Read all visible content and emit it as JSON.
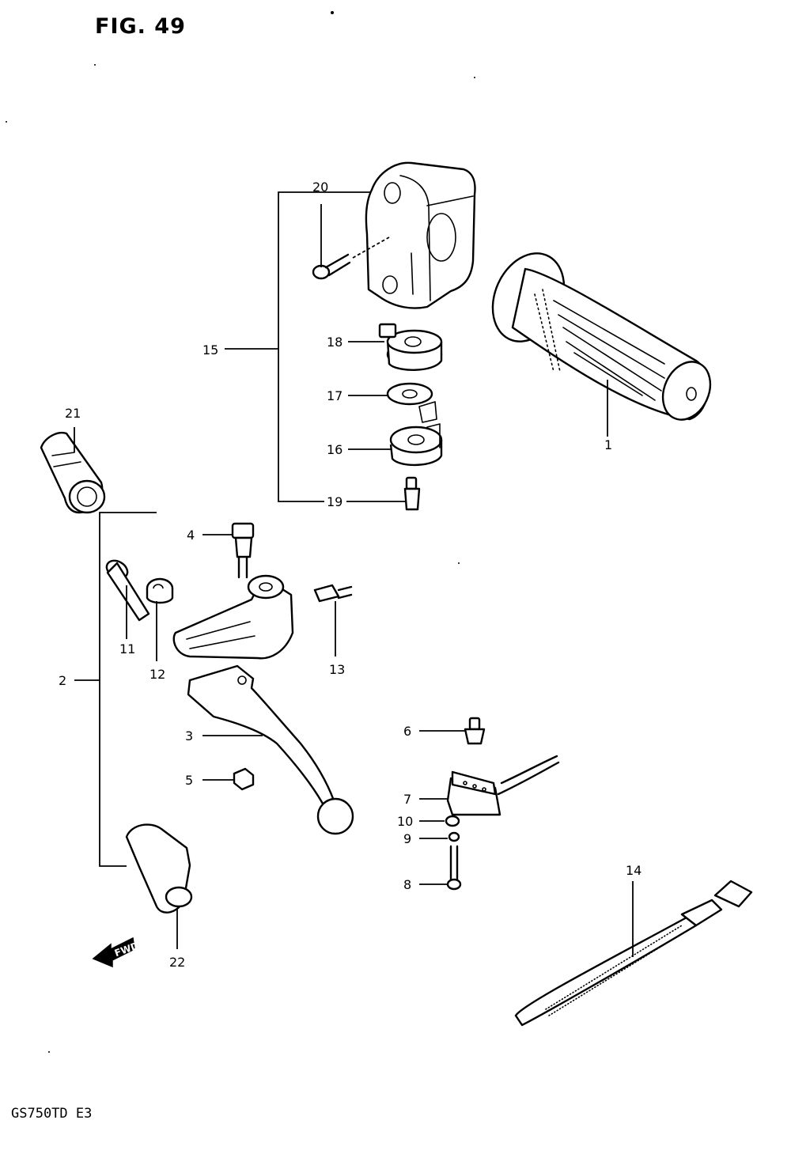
{
  "figure": {
    "title": "FIG. 49",
    "model": "GS750TD E3"
  },
  "labels": {
    "p1": "1",
    "p2": "2",
    "p3": "3",
    "p4": "4",
    "p5": "5",
    "p6": "6",
    "p7": "7",
    "p8": "8",
    "p9": "9",
    "p10": "10",
    "p11": "11",
    "p12": "12",
    "p13": "13",
    "p14": "14",
    "p15": "15",
    "p16": "16",
    "p17": "17",
    "p18": "18",
    "p19": "19",
    "p20": "20",
    "p21": "21",
    "p22": "22"
  },
  "fwd_marker": "FWD"
}
